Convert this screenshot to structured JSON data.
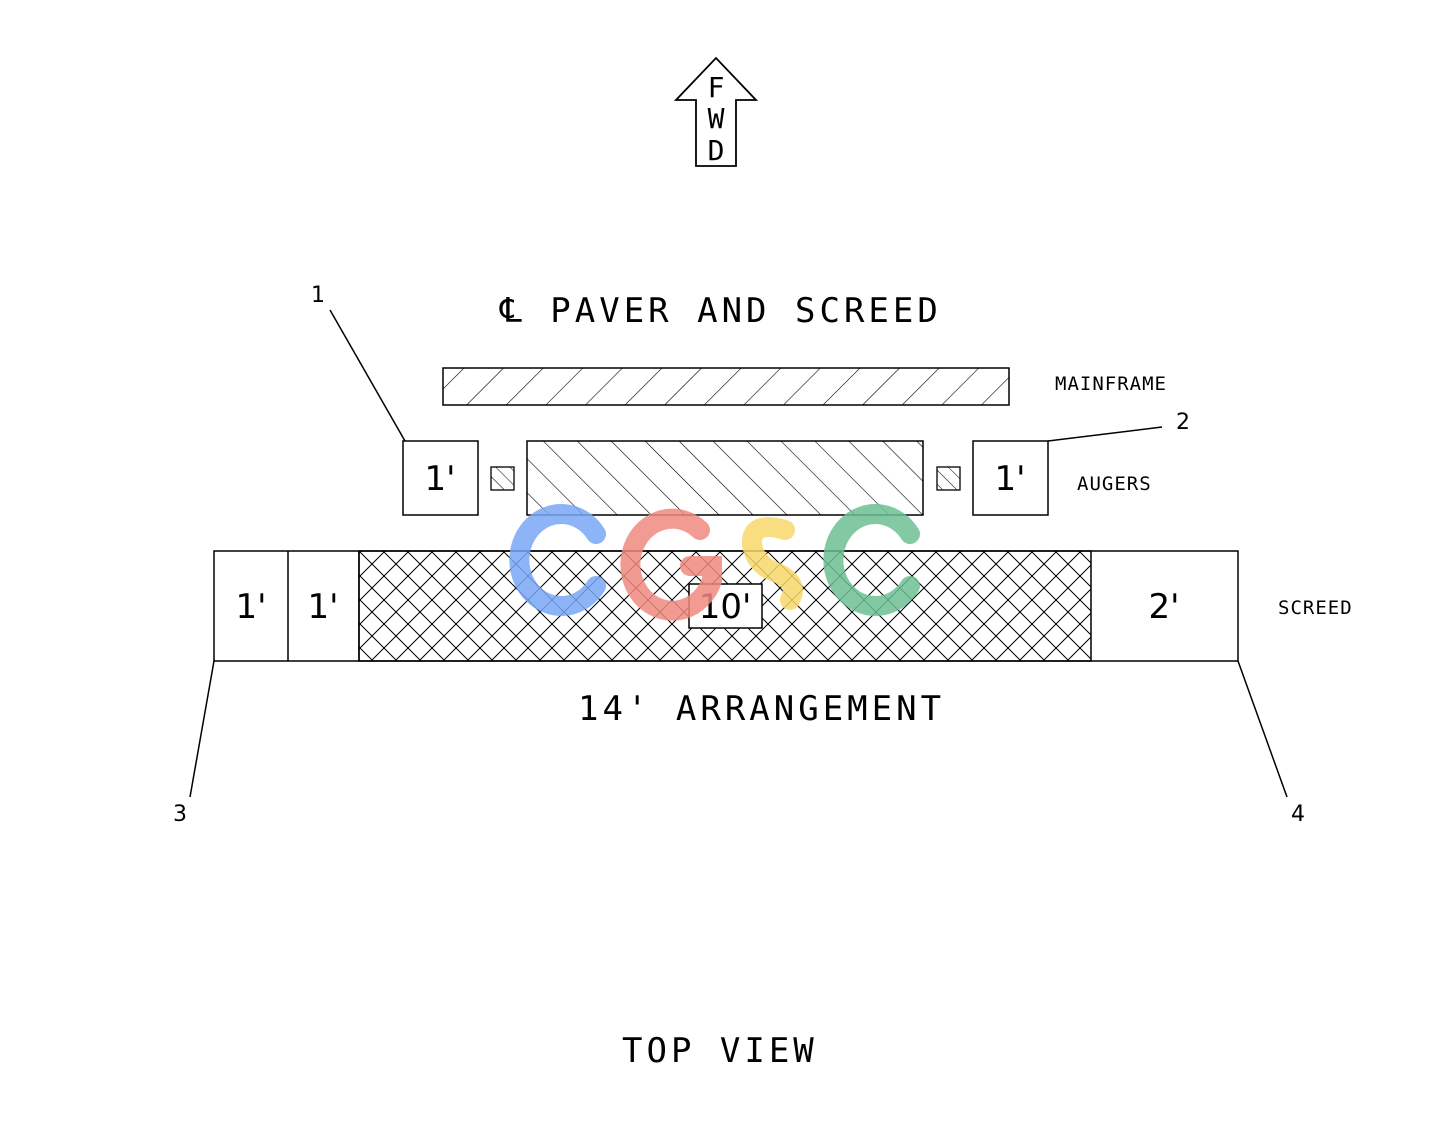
{
  "arrow": {
    "letters": [
      "F",
      "W",
      "D"
    ]
  },
  "title": "℄ PAVER AND SCREED",
  "rows": {
    "mainframe": "MAINFRAME",
    "augers": "AUGERS",
    "screed": "SCREED"
  },
  "augers": {
    "left_extension": "1'",
    "right_extension": "1'"
  },
  "screed": {
    "sections": [
      "1'",
      "1'",
      "10'",
      "2'"
    ]
  },
  "arrangement": "14' ARRANGEMENT",
  "callouts": [
    "1",
    "2",
    "3",
    "4"
  ],
  "view": "TOP VIEW",
  "watermark": {
    "letters": [
      "C",
      "G",
      "S",
      "C"
    ],
    "colors": [
      "#7aa7f5",
      "#f08a80",
      "#f7d96a",
      "#6cbf94"
    ]
  }
}
